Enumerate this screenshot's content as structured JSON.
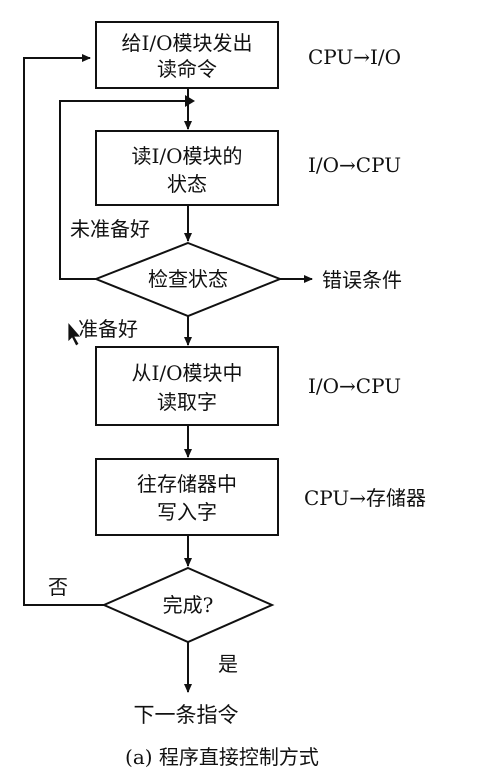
{
  "boxes": {
    "send_cmd": [
      "给I/O模块发出",
      "读命令"
    ],
    "read_status": [
      "读I/O模块的",
      "状态"
    ],
    "read_word": [
      "从I/O模块中",
      "读取字"
    ],
    "write_word": [
      "往存储器中",
      "写入字"
    ]
  },
  "decisions": {
    "check_status": "检查状态",
    "done": "完成?"
  },
  "side_labels": {
    "cpu_to_io": "CPU→I/O",
    "io_to_cpu_1": "I/O→CPU",
    "io_to_cpu_2": "I/O→CPU",
    "cpu_to_mem": "CPU→存储器"
  },
  "edge_labels": {
    "not_ready": "未准备好",
    "ready": "准备好",
    "error": "错误条件",
    "no": "否",
    "yes": "是"
  },
  "end_label": "下一条指令",
  "caption": "(a) 程序直接控制方式"
}
